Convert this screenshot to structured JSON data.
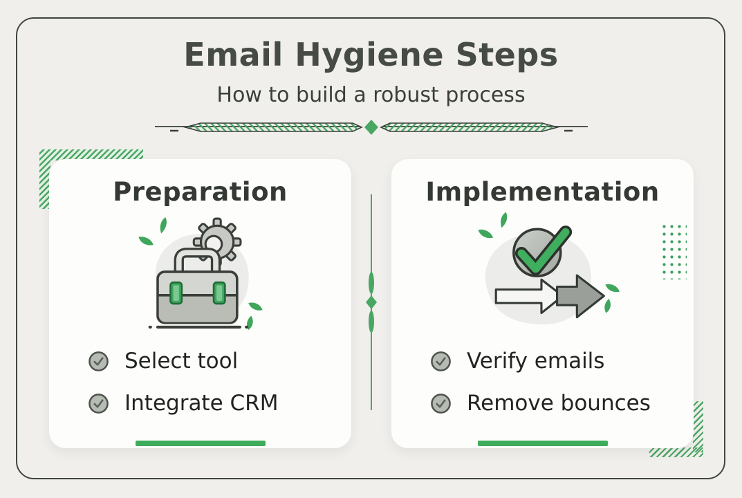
{
  "colors": {
    "page-bg": "#f0efec",
    "frame-border": "#41463f",
    "card-bg": "#fdfdfc",
    "title-color": "#464b46",
    "text-dark": "#21241f",
    "green": "#3fac5b",
    "hatch-green": "#4aa763",
    "bullet-fill": "#b6bbb3"
  },
  "header": {
    "title": "Email Hygiene Steps",
    "subtitle": "How to build a robust process",
    "divider_icon": "diamond-divider-icon"
  },
  "cards": [
    {
      "title": "Preparation",
      "icon": "toolbox-gear-icon",
      "items": [
        {
          "icon": "check-circle-icon",
          "label": "Select tool"
        },
        {
          "icon": "check-circle-icon",
          "label": "Integrate CRM"
        }
      ]
    },
    {
      "title": "Implementation",
      "icon": "checkmark-arrows-icon",
      "items": [
        {
          "icon": "check-circle-icon",
          "label": "Verify emails"
        },
        {
          "icon": "check-circle-icon",
          "label": "Remove bounces"
        }
      ]
    }
  ]
}
